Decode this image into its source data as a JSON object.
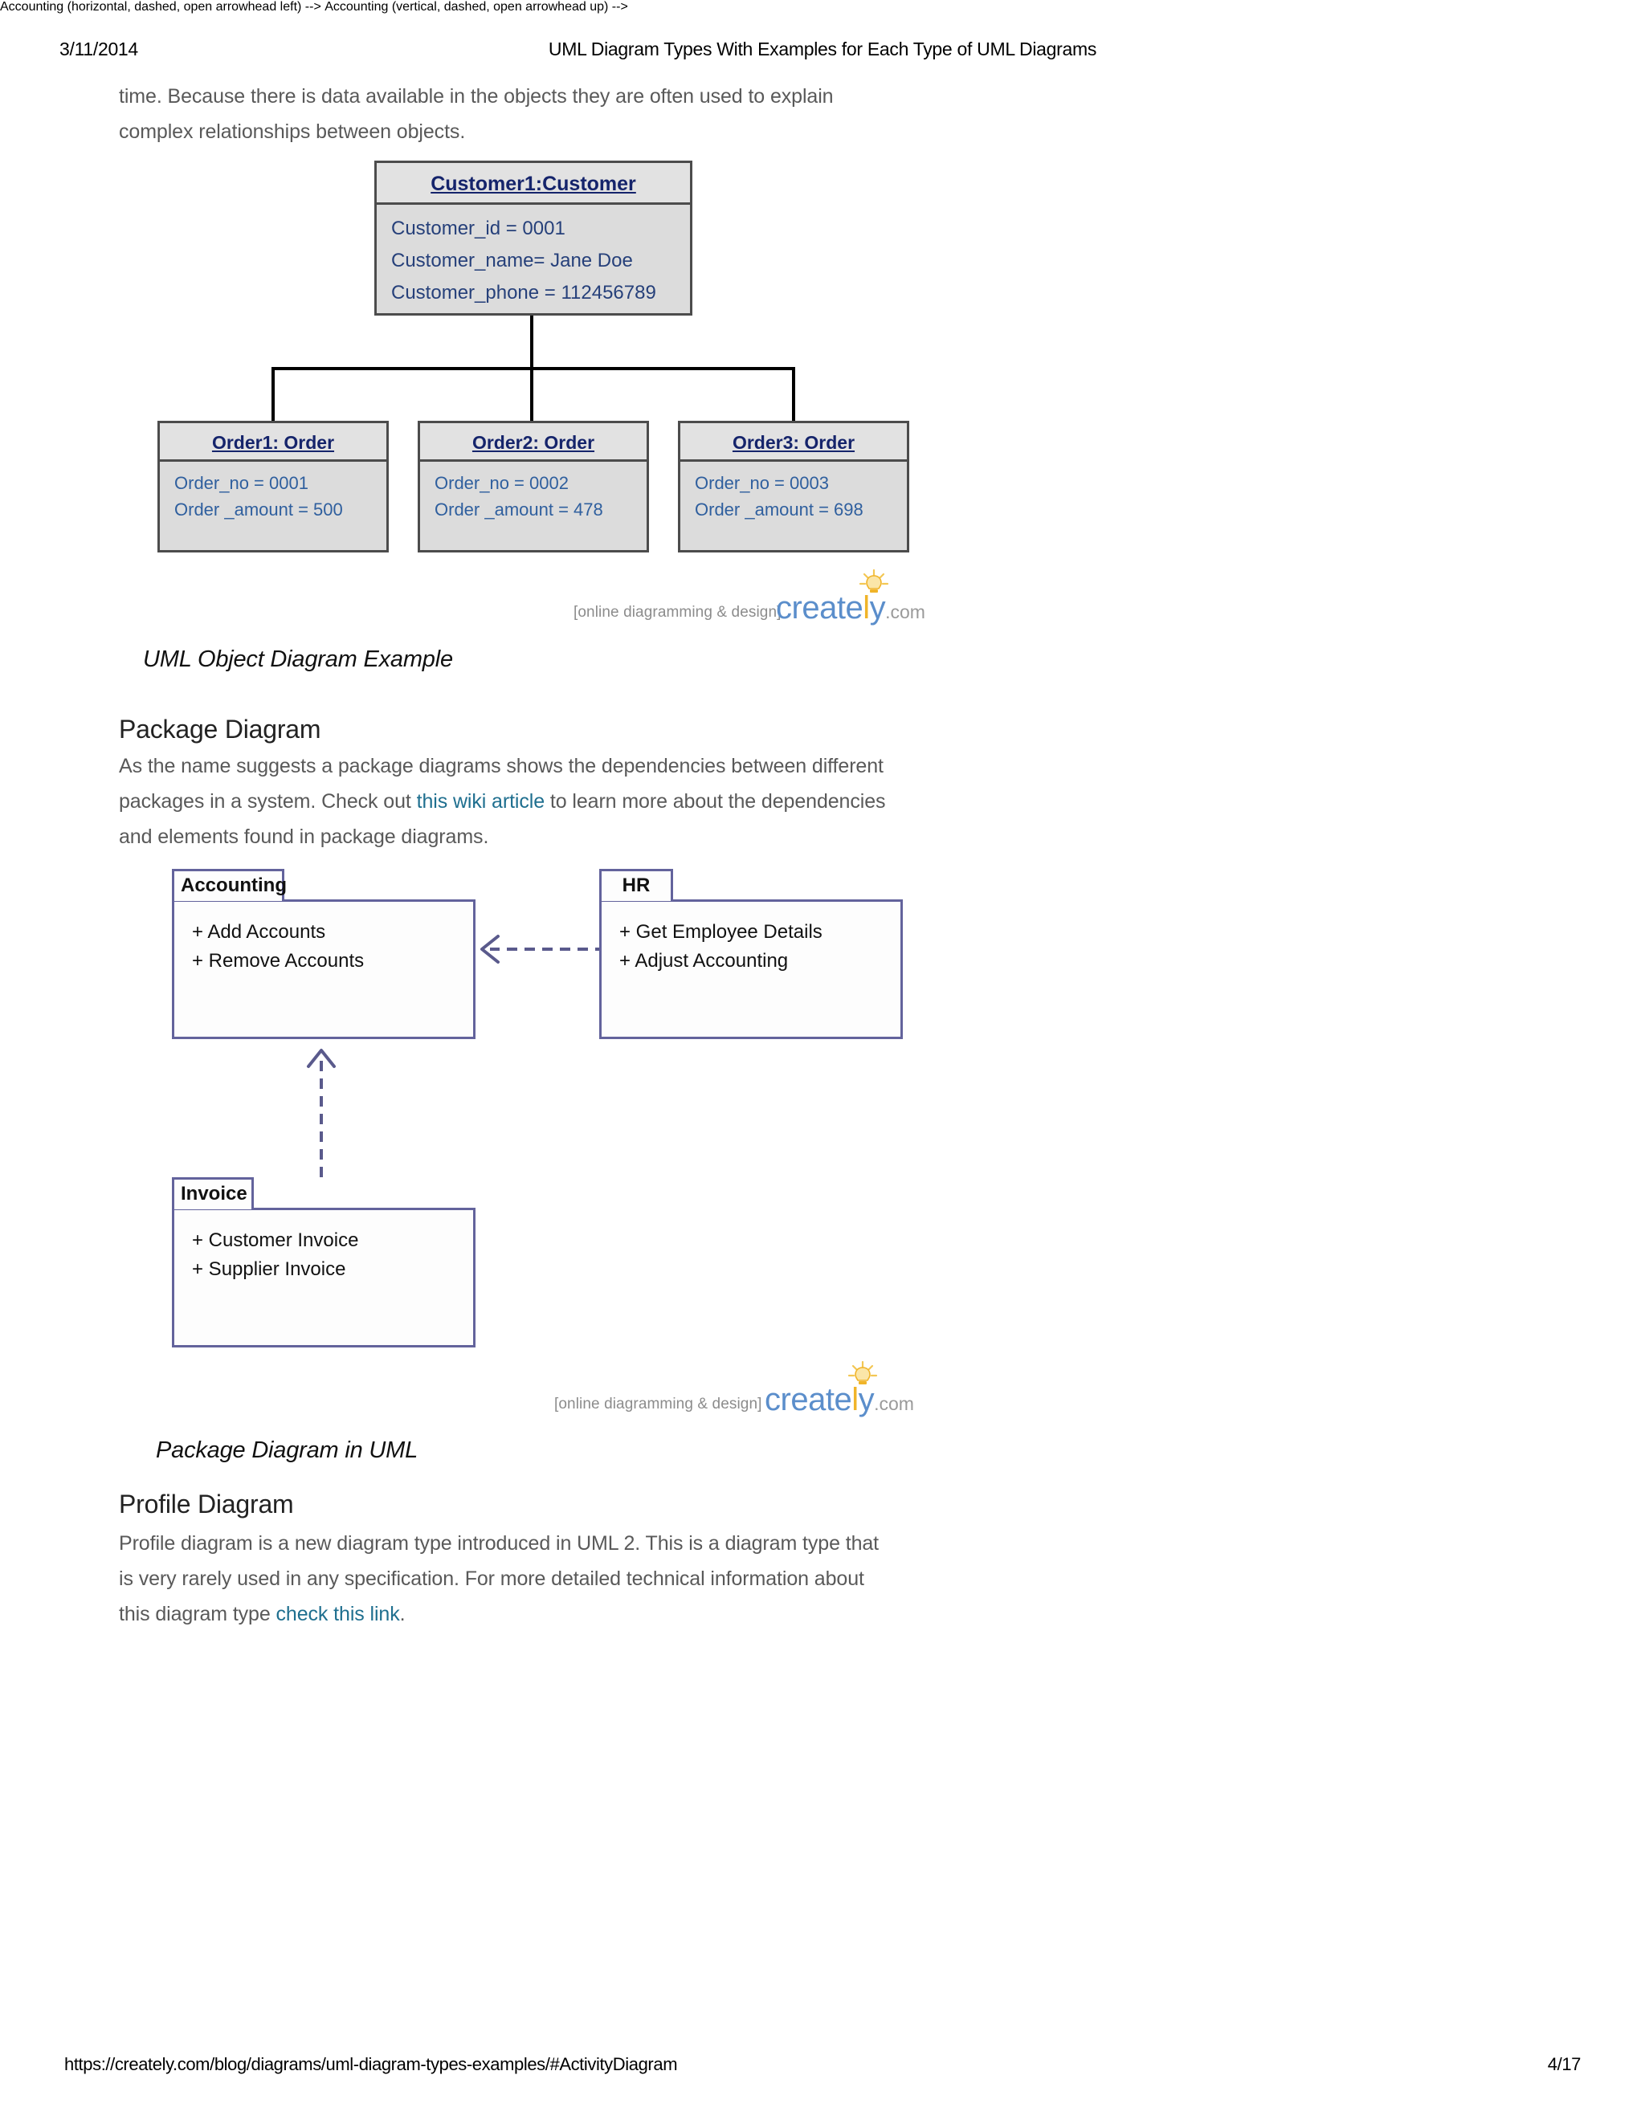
{
  "header": {
    "date": "3/11/2014",
    "title": "UML Diagram Types With Examples for Each Type of UML Diagrams"
  },
  "footer": {
    "url": "https://creately.com/blog/diagrams/uml-diagram-types-examples/#ActivityDiagram",
    "page": "4/17"
  },
  "intro_paragraph": {
    "line1": "time. Because there is data available in the objects they are often used to explain",
    "line2": "complex relationships between objects."
  },
  "object_diagram": {
    "root": {
      "title": "Customer1:Customer",
      "attributes": [
        "Customer_id = 0001",
        "Customer_name= Jane Doe",
        "Customer_phone = 112456789"
      ]
    },
    "children": [
      {
        "title": "Order1: Order",
        "attributes": [
          "Order_no = 0001",
          "Order _amount = 500"
        ]
      },
      {
        "title": "Order2: Order",
        "attributes": [
          "Order_no = 0002",
          "Order _amount = 478"
        ]
      },
      {
        "title": "Order3: Order",
        "attributes": [
          "Order_no = 0003",
          "Order _amount = 698"
        ]
      }
    ],
    "caption": "UML Object Diagram Example"
  },
  "watermark": {
    "tagline": "[online diagramming & design]",
    "logo_part1": "creat",
    "logo_part2": "e",
    "logo_l": "l",
    "logo_part3": "y",
    "logo_domain": ".com"
  },
  "package_section": {
    "heading": "Package Diagram",
    "paragraph_line1": "As the name suggests a package diagrams shows the dependencies between different",
    "paragraph_line2_a": "packages in a system. Check out ",
    "paragraph_link": "this wiki article",
    "paragraph_line2_b": " to learn more about the dependencies",
    "paragraph_line3": "and elements found in package diagrams.",
    "caption": "Package Diagram in UML"
  },
  "package_diagram": {
    "packages": [
      {
        "name": "Accounting",
        "items": [
          "+ Add Accounts",
          "+ Remove Accounts"
        ]
      },
      {
        "name": "HR",
        "items": [
          "+ Get Employee Details",
          "+ Adjust Accounting"
        ]
      },
      {
        "name": "Invoice",
        "items": [
          "+ Customer Invoice",
          "+ Supplier Invoice"
        ]
      }
    ]
  },
  "profile_section": {
    "heading": "Profile Diagram",
    "paragraph_line1": "Profile diagram is a new diagram type introduced in UML 2. This is a diagram type that",
    "paragraph_line2": "is very rarely used in any specification. For more detailed technical information about",
    "paragraph_line3_a": "this diagram type ",
    "paragraph_link": "check this link",
    "paragraph_line3_b": "."
  },
  "colors": {
    "body_text": "#595959",
    "link": "#1f6f8f",
    "object_box_fill": "#dcdcdc",
    "object_box_border": "#4c4c4c",
    "object_title_text": "#15246b",
    "object_attr_text": "#2f5f9e",
    "package_border": "#63639c",
    "creately_blue": "#5b8ecb",
    "creately_yellow": "#f0b429"
  }
}
